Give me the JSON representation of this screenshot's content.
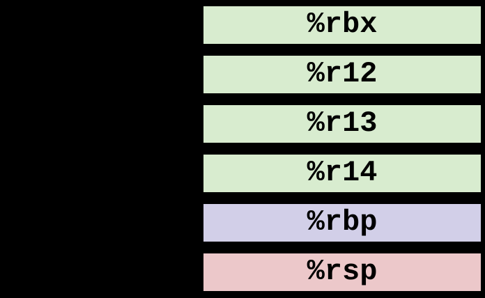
{
  "figure": {
    "background_color": "#000000",
    "text_color": "#000000"
  },
  "colors": {
    "callee_saved_green": "#d8eccf",
    "base_pointer_lavender": "#d2cfe8",
    "stack_pointer_pink": "#ecc8ca"
  },
  "registers": [
    {
      "label": "%rbx",
      "color": "#d8eccf"
    },
    {
      "label": "%r12",
      "color": "#d8eccf"
    },
    {
      "label": "%r13",
      "color": "#d8eccf"
    },
    {
      "label": "%r14",
      "color": "#d8eccf"
    },
    {
      "label": "%rbp",
      "color": "#d2cfe8"
    },
    {
      "label": "%rsp",
      "color": "#ecc8ca"
    }
  ]
}
